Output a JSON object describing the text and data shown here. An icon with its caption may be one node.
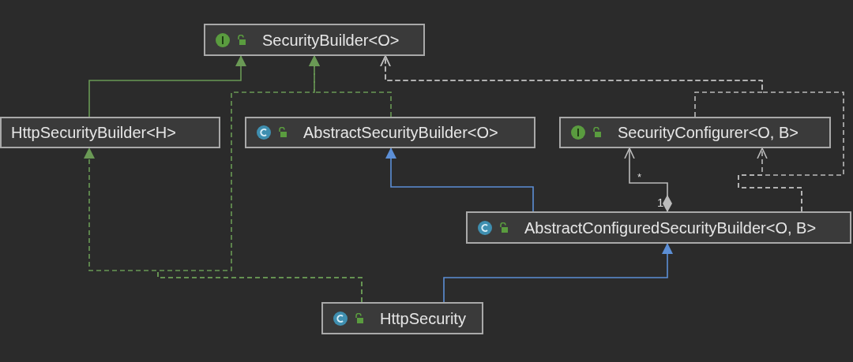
{
  "diagram": {
    "nodes": [
      {
        "text": [
          "SecurityBuilder<O>"
        ]
      },
      {
        "text": [
          "HttpSecurityBuilder<H>"
        ]
      },
      {
        "text": [
          "AbstractSecurityBuilder<O>"
        ]
      },
      {
        "text": [
          "SecurityConfigurer<O, B>"
        ]
      },
      {
        "text": [
          "AbstractConfiguredSecurityBuilder<O, B>"
        ]
      },
      {
        "text": [
          "HttpSecurity"
        ]
      }
    ],
    "edges": [
      {
        "from": 1,
        "to": 0,
        "arrow": "to",
        "color": "#6a9955"
      },
      {
        "from": 2,
        "to": 0,
        "arrow": "to",
        "style": "dashed",
        "color": "#6a9955"
      },
      {
        "from": 5,
        "to": 1,
        "arrow": "to",
        "style": "dashed",
        "color": "#6a9955"
      },
      {
        "from": 5,
        "to": 0,
        "arrow": "to",
        "style": "dashed",
        "color": "#6a9955"
      },
      {
        "from": 4,
        "to": 2,
        "arrow": "to",
        "color": "#5c8fd6"
      },
      {
        "from": 5,
        "to": 4,
        "arrow": "to",
        "color": "#5c8fd6"
      },
      {
        "from": 4,
        "to": 3,
        "arrow": "to",
        "label": "*",
        "color": "#bbbbbb"
      },
      {
        "from": 3,
        "to": 0,
        "arrow": "to",
        "style": "dashed",
        "color": "#bbbbbb"
      },
      {
        "from": 4,
        "to": 0,
        "arrow": "to",
        "style": "dashed",
        "color": "#bbbbbb"
      },
      {
        "from": 4,
        "to": 3,
        "arrow": "to",
        "style": "dashed",
        "color": "#bbbbbb"
      }
    ],
    "labels": [
      "1"
    ]
  }
}
